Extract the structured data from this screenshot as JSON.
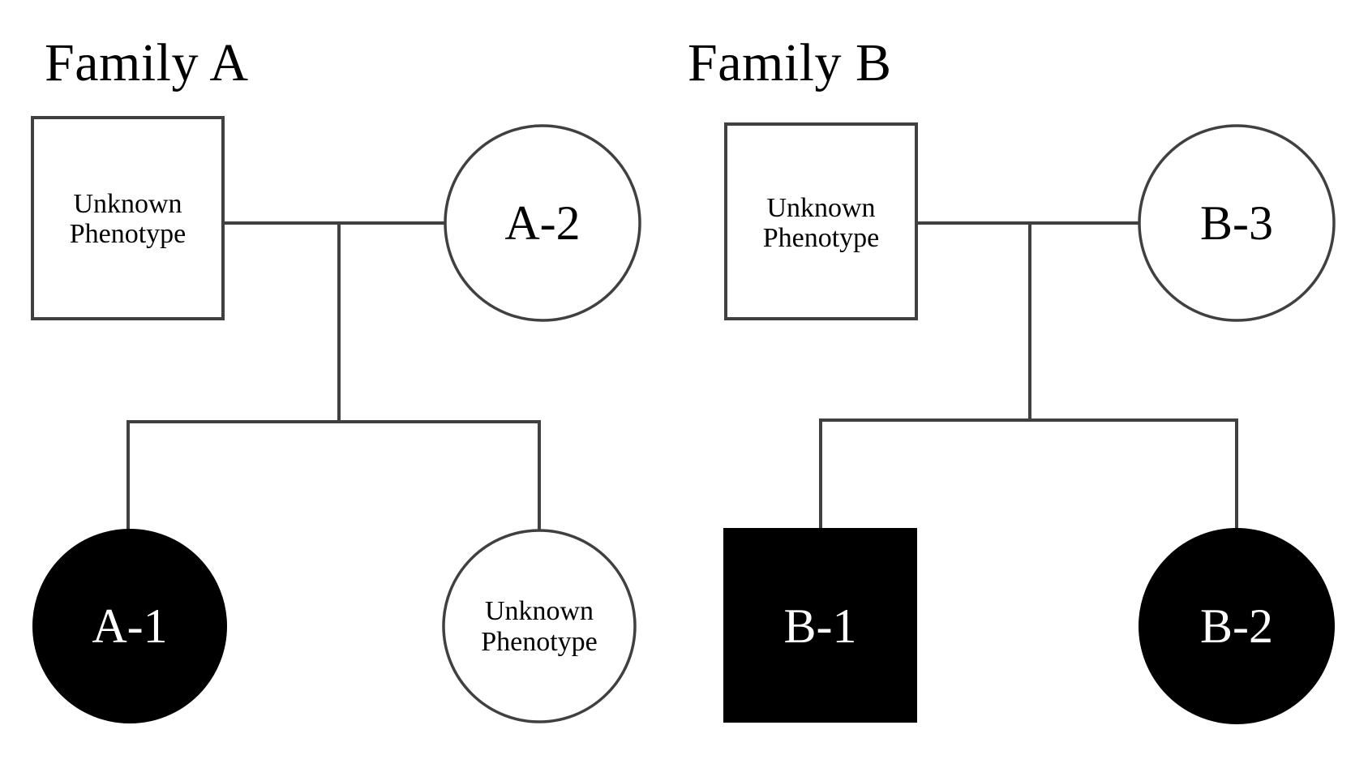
{
  "diagram": {
    "type": "pedigree-chart",
    "background_color": "#ffffff",
    "line_color": "#404040",
    "filled_color": "#000000",
    "unfilled_color": "#ffffff",
    "text_color": "#000000",
    "inverse_text_color": "#ffffff"
  },
  "families": [
    {
      "id": "family-a",
      "title": "Family A",
      "members": [
        {
          "id": "a-father",
          "shape": "square",
          "sex": "male",
          "filled": false,
          "label_line1": "Unknown",
          "label_line2": "Phenotype",
          "generation": 1
        },
        {
          "id": "a-2",
          "shape": "circle",
          "sex": "female",
          "filled": false,
          "label_line1": "A-2",
          "label_line2": "",
          "generation": 1
        },
        {
          "id": "a-1",
          "shape": "circle",
          "sex": "female",
          "filled": true,
          "label_line1": "A-1",
          "label_line2": "",
          "generation": 2
        },
        {
          "id": "a-sibling",
          "shape": "circle",
          "sex": "female",
          "filled": false,
          "label_line1": "Unknown",
          "label_line2": "Phenotype",
          "generation": 2
        }
      ]
    },
    {
      "id": "family-b",
      "title": "Family B",
      "members": [
        {
          "id": "b-father",
          "shape": "square",
          "sex": "male",
          "filled": false,
          "label_line1": "Unknown",
          "label_line2": "Phenotype",
          "generation": 1
        },
        {
          "id": "b-3",
          "shape": "circle",
          "sex": "female",
          "filled": false,
          "label_line1": "B-3",
          "label_line2": "",
          "generation": 1
        },
        {
          "id": "b-1",
          "shape": "square",
          "sex": "male",
          "filled": true,
          "label_line1": "B-1",
          "label_line2": "",
          "generation": 2
        },
        {
          "id": "b-2",
          "shape": "circle",
          "sex": "female",
          "filled": true,
          "label_line1": "B-2",
          "label_line2": "",
          "generation": 2
        }
      ]
    }
  ]
}
